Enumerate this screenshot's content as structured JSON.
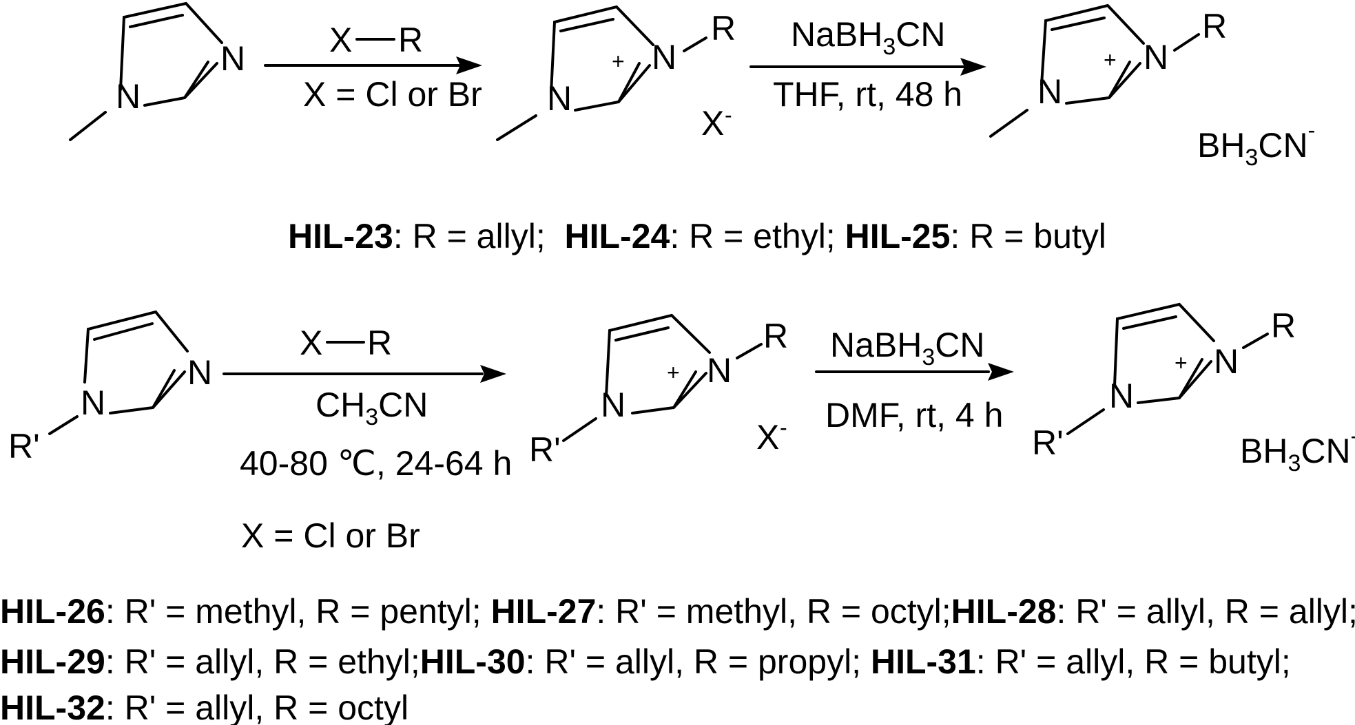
{
  "scheme1": {
    "reagent1_top": [
      "X",
      "R"
    ],
    "reagent1_bottom": "X = Cl or Br",
    "reagent2_top": [
      "NaBH",
      "3",
      "CN"
    ],
    "reagent2_bottom": "THF, rt, 48 h",
    "legend": [
      {
        "code": "HIL-23",
        "text": ": R = allyl;  "
      },
      {
        "code": "HIL-24",
        "text": ": R = ethyl; "
      },
      {
        "code": "HIL-25",
        "text": ": R = butyl"
      }
    ]
  },
  "scheme2": {
    "reagent1_top": [
      "X",
      "R"
    ],
    "reagent1_solvent": [
      "CH",
      "3",
      "CN"
    ],
    "reagent1_conditions": "40-80 ℃, 24-64 h",
    "reagent1_note": "X = Cl or Br",
    "reagent2_top": [
      "NaBH",
      "3",
      "CN"
    ],
    "reagent2_bottom": "DMF, rt, 4 h",
    "legend_lines": [
      [
        {
          "code": "HIL-26",
          "text": ": R' = methyl, R = pentyl; "
        },
        {
          "code": "HIL-27",
          "text": ": R' = methyl, R = octyl;"
        },
        {
          "code": "HIL-28",
          "text": ": R' = allyl, R = allyl;"
        }
      ],
      [
        {
          "code": "HIL-29",
          "text": ": R' = allyl, R = ethyl;"
        },
        {
          "code": "HIL-30",
          "text": ": R' = allyl, R = propyl; "
        },
        {
          "code": "HIL-31",
          "text": ": R' = allyl, R = butyl;"
        }
      ],
      [
        {
          "code": "HIL-32",
          "text": ": R' = allyl, R = octyl"
        }
      ]
    ]
  },
  "atoms": {
    "N": "N",
    "R": "R",
    "R_prime": "R'",
    "X": "X",
    "plus": "+",
    "minus": "-",
    "anion": [
      "BH",
      "3",
      "CN"
    ]
  }
}
